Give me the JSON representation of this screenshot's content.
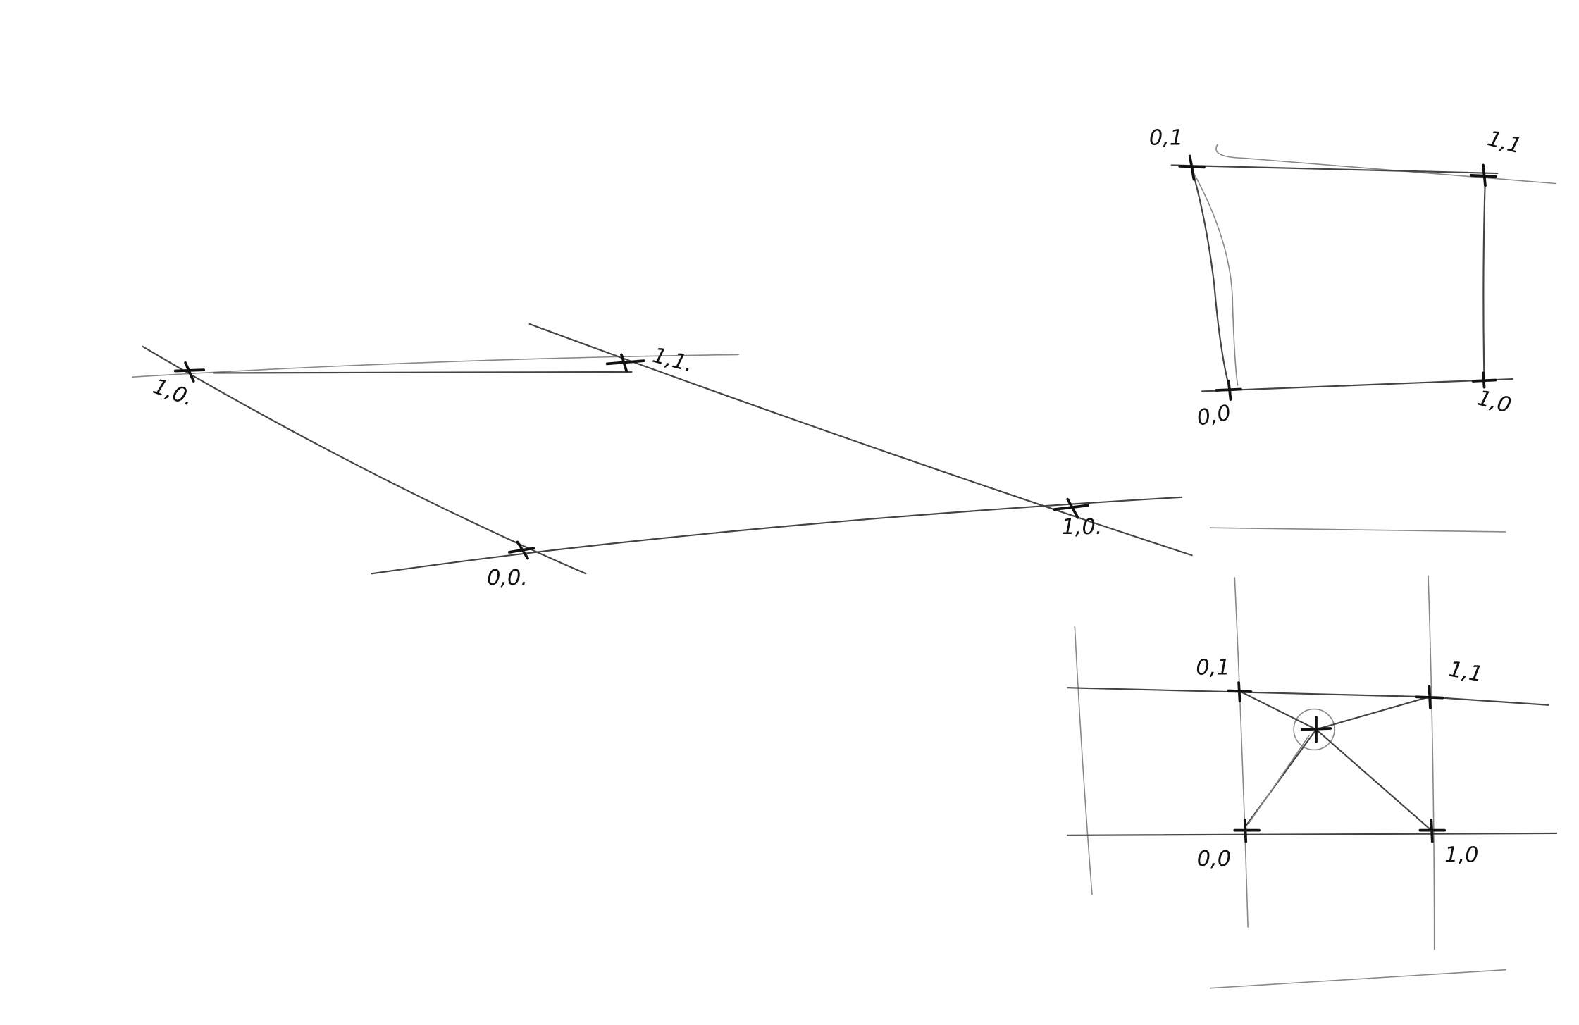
{
  "perspective_quad": {
    "labels": {
      "top_left": "1,0.",
      "top_right": "1,1.",
      "bottom_left": "0,0.",
      "bottom_right": "1,0."
    }
  },
  "unit_square": {
    "labels": {
      "top_left": "0,1",
      "top_right": "1,1",
      "bottom_left": "0,0",
      "bottom_right": "1,0"
    }
  },
  "grid_interpolation": {
    "labels": {
      "top_left": "0,1",
      "top_right": "1,1",
      "bottom_left": "0,0",
      "bottom_right": "1,0"
    }
  },
  "colors": {
    "ink": "#222222",
    "paper": "#ffffff"
  }
}
